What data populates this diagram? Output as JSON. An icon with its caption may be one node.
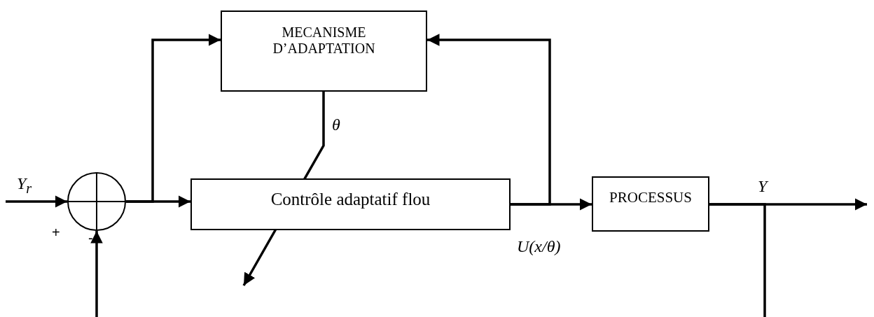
{
  "diagram": {
    "nodes": [
      {
        "text": [
          "MECANISME D’ADAPTATION"
        ]
      },
      {
        "text": [],
        "shape": "circle",
        "beside": [
          "+",
          "-"
        ]
      },
      {
        "text": [
          "Contrôle adaptatif flou"
        ]
      },
      {
        "text": [
          "PROCESSUS"
        ]
      }
    ],
    "edges": [
      {
        "from": null,
        "to": 1,
        "arrow": "to",
        "label": "Y$_{r}$"
      },
      {
        "from": null,
        "to": 1,
        "arrow": "to"
      },
      {
        "from": 1,
        "to": 2,
        "arrow": "to"
      },
      {
        "from": 1,
        "to": 0,
        "arrow": "to"
      },
      {
        "from": 2,
        "to": 3,
        "arrow": "to",
        "label": "U(x/θ)"
      },
      {
        "from": 2,
        "to": 0,
        "arrow": "to"
      },
      {
        "from": 3,
        "to": null,
        "arrow": "to",
        "label": "Y"
      },
      {
        "from": 3,
        "to": null,
        "arrow": "none"
      },
      {
        "from": 0,
        "to": null,
        "arrow": "to",
        "label": "θ"
      }
    ]
  }
}
